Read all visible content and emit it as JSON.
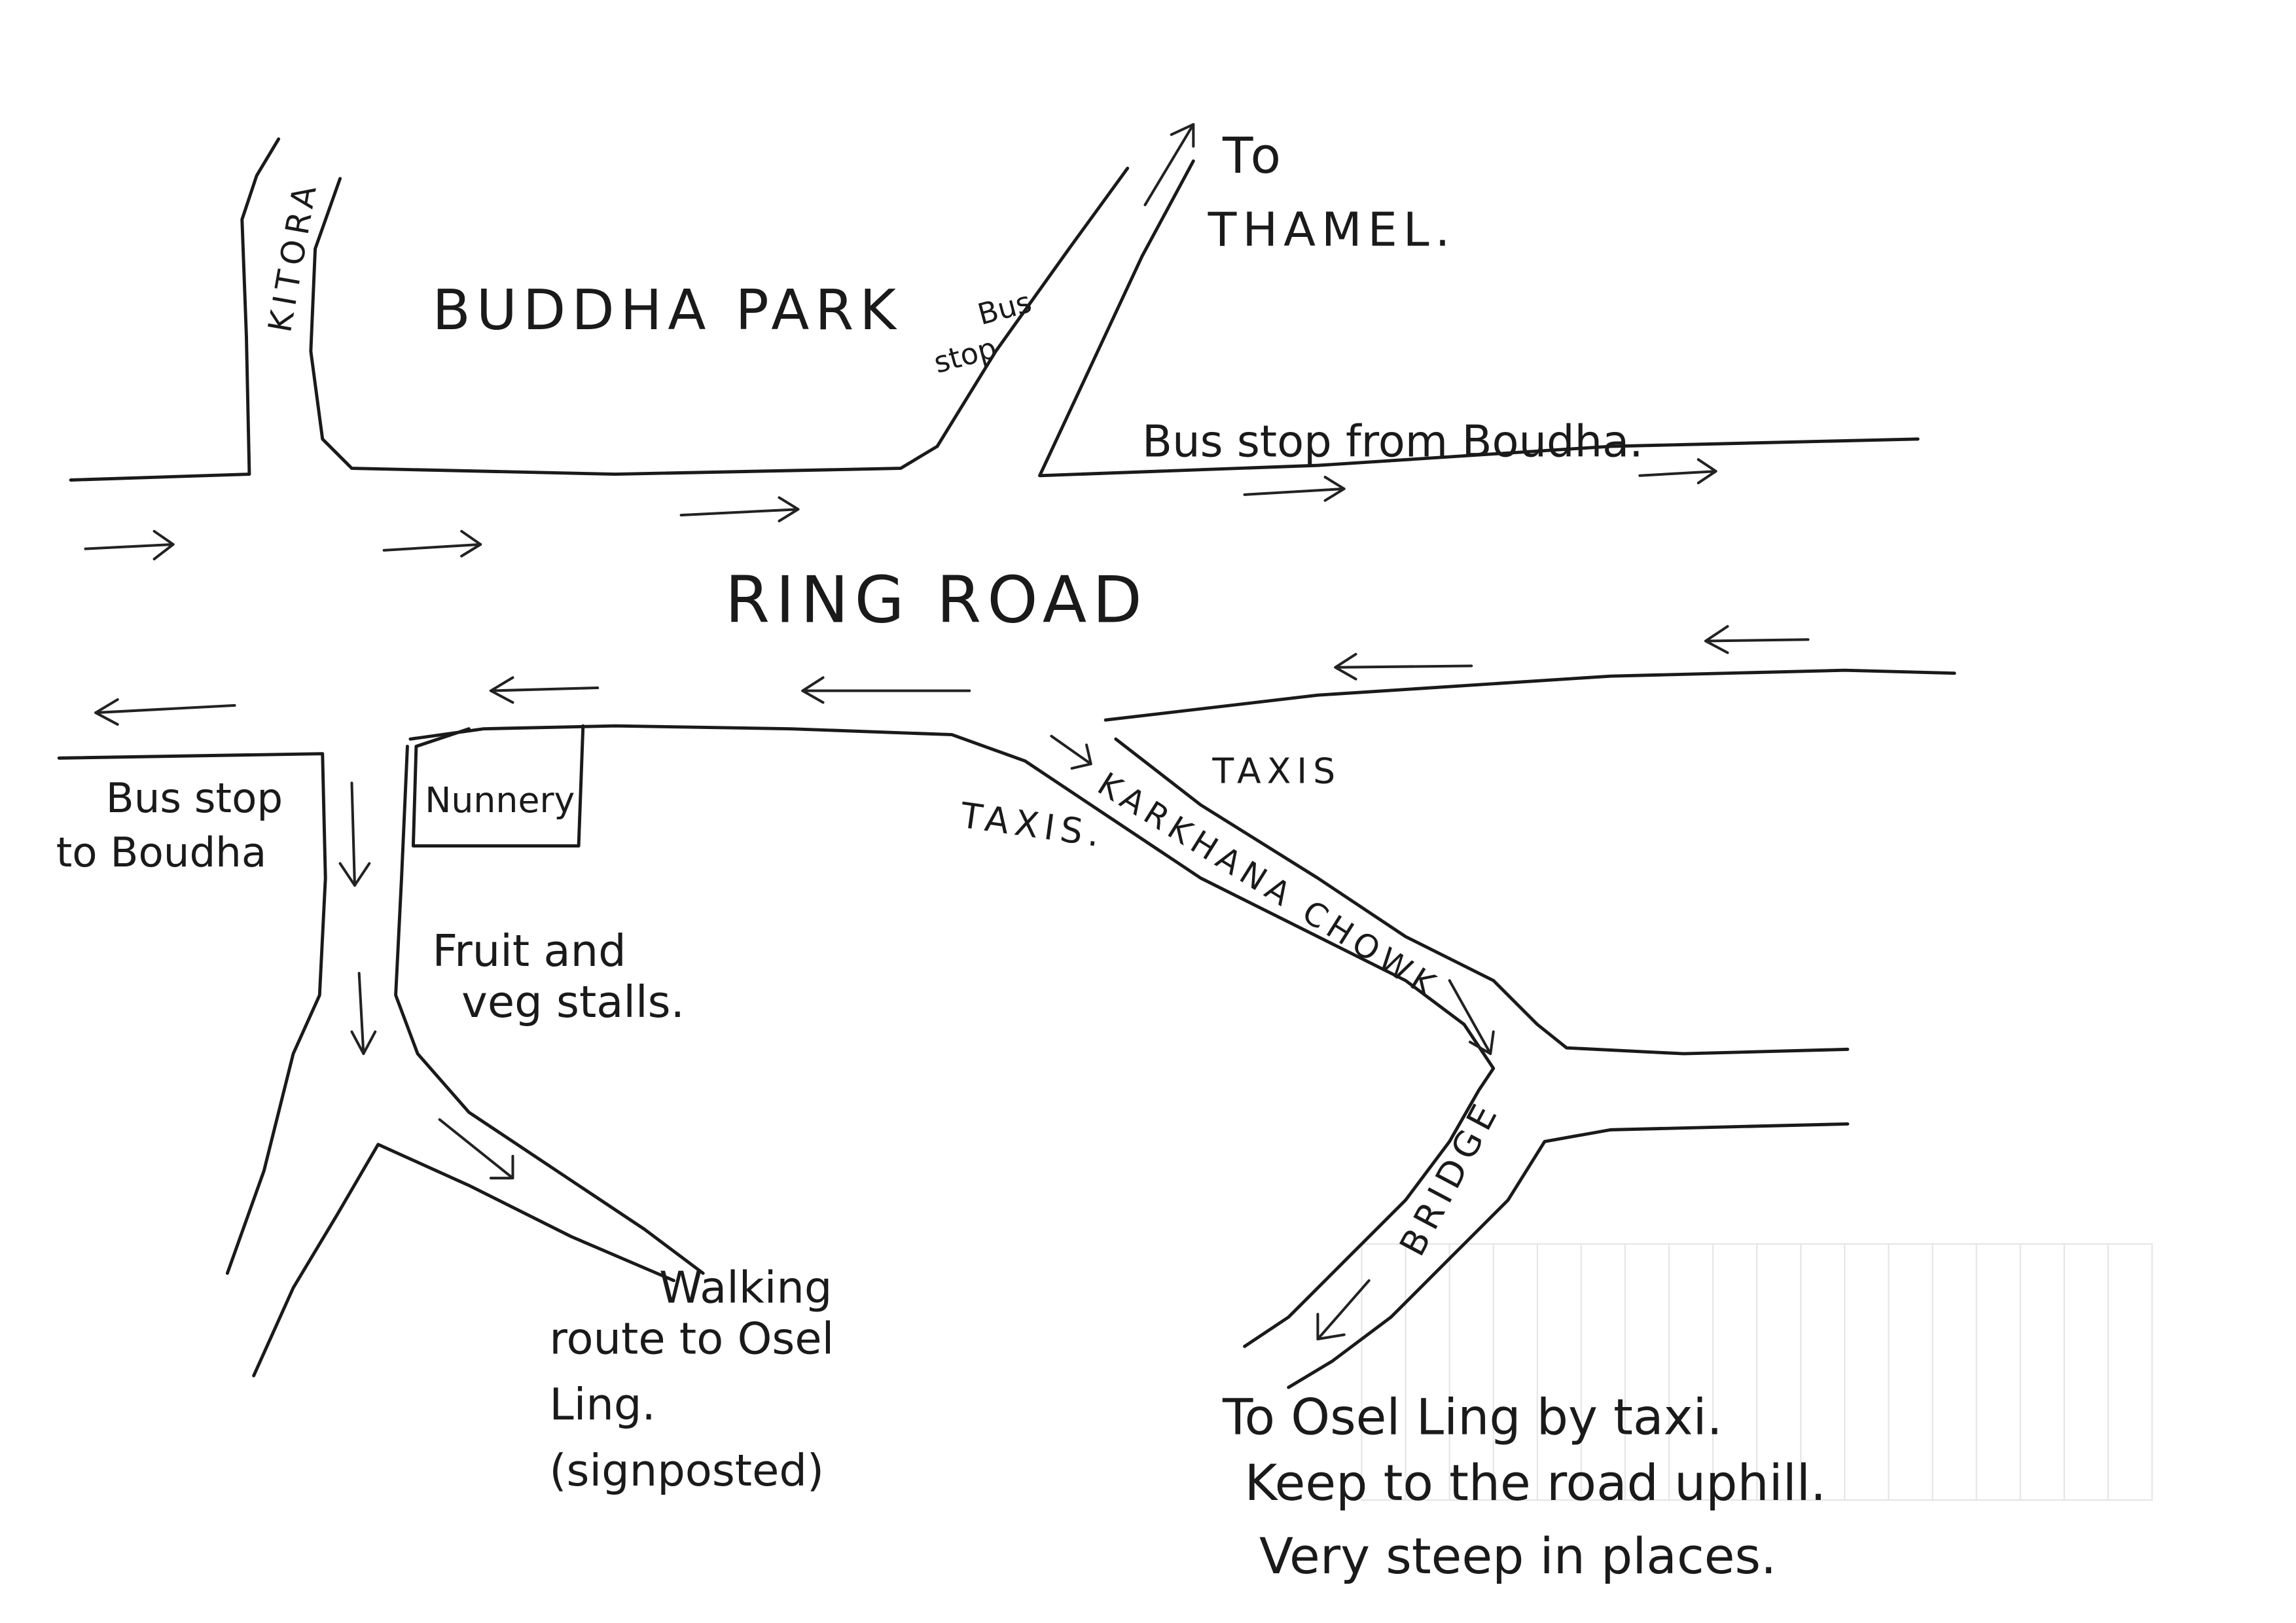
{
  "map": {
    "labels": {
      "kitora": "KITORA",
      "buddha_park": "BUDDHA PARK",
      "bus_stop_top_1": "Bus",
      "bus_stop_top_2": "stop",
      "to_thamel_1": "To",
      "to_thamel_2": "THAMEL.",
      "bus_stop_from_boudha": "Bus stop from Boudha.",
      "ring_road": "RING ROAD",
      "taxis_right": "TAXIS",
      "taxis_left": "TAXIS.",
      "karkhana_chowk": "KARKHANA CHOWK",
      "bus_stop_to_boudha_1": "Bus stop",
      "bus_stop_to_boudha_2": "to Boudha",
      "nunnery": "Nunnery",
      "fruit_1": "Fruit and",
      "fruit_2": "veg stalls.",
      "walking_1": "Walking",
      "walking_2": "route to Osel",
      "walking_3": "Ling.",
      "walking_4": "(signposted)",
      "bridge": "BRIDGE",
      "taxi_note_1": "To Osel Ling by taxi.",
      "taxi_note_2": "Keep to the road uphill.",
      "taxi_note_3": "Very steep in places."
    },
    "colors": {
      "ink": "#1a1a1a",
      "paper": "#ffffff"
    }
  }
}
